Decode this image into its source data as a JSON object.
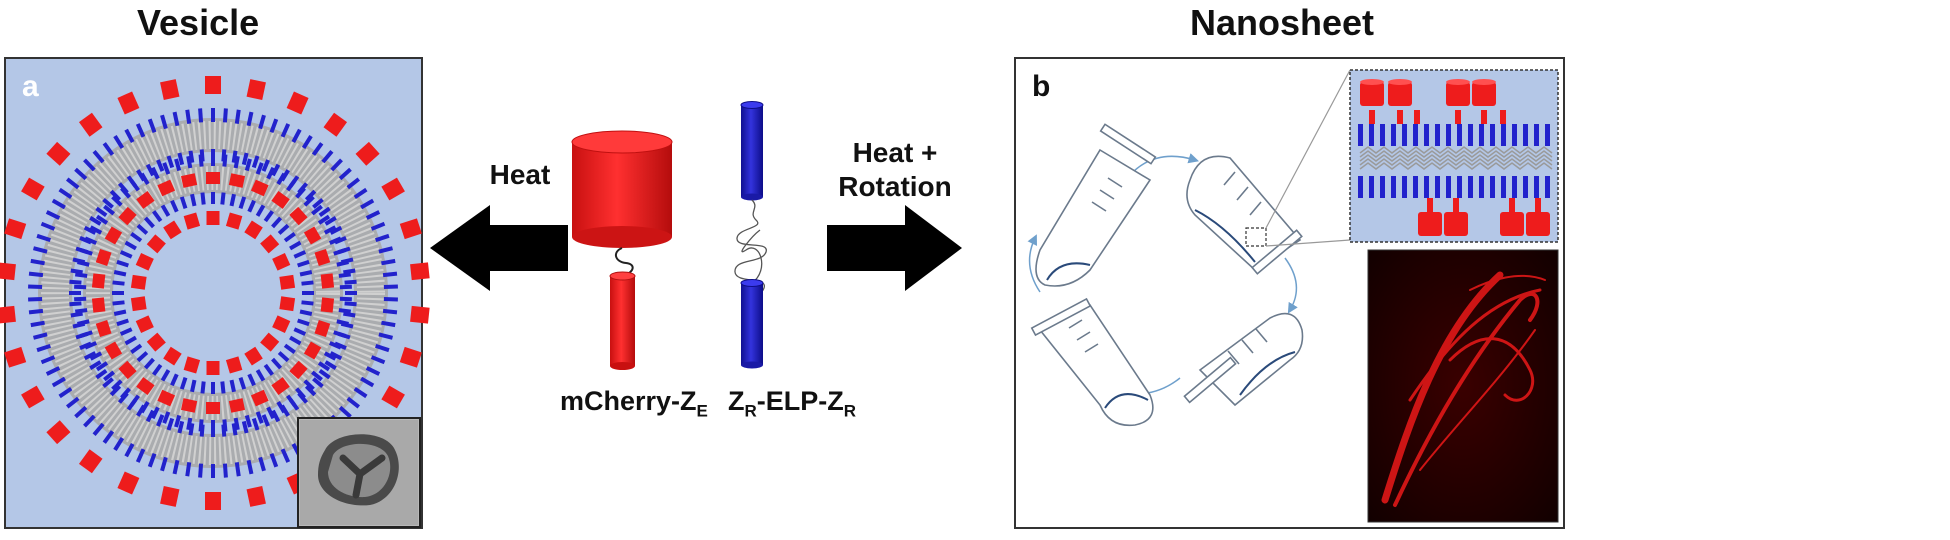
{
  "headings": {
    "left": "Vesicle",
    "right": "Nanosheet"
  },
  "panels": {
    "a": "a",
    "b": "b"
  },
  "arrows": {
    "left": "Heat",
    "right_line1": "Heat +",
    "right_line2": "Rotation"
  },
  "molecules": {
    "mcherry": {
      "main": "mCherry-Z",
      "sub": "E"
    },
    "zr_elp": {
      "pre": "Z",
      "pre_sub": "R",
      "mid": "-ELP-Z",
      "post_sub": "R"
    }
  },
  "colors": {
    "panel_bg": "#b4c7e7",
    "red": "#ee1c1c",
    "blue": "#2222cc",
    "black": "#000000",
    "tube_line": "#6b7a8c",
    "rotation_arrow": "#6fa0cc"
  }
}
